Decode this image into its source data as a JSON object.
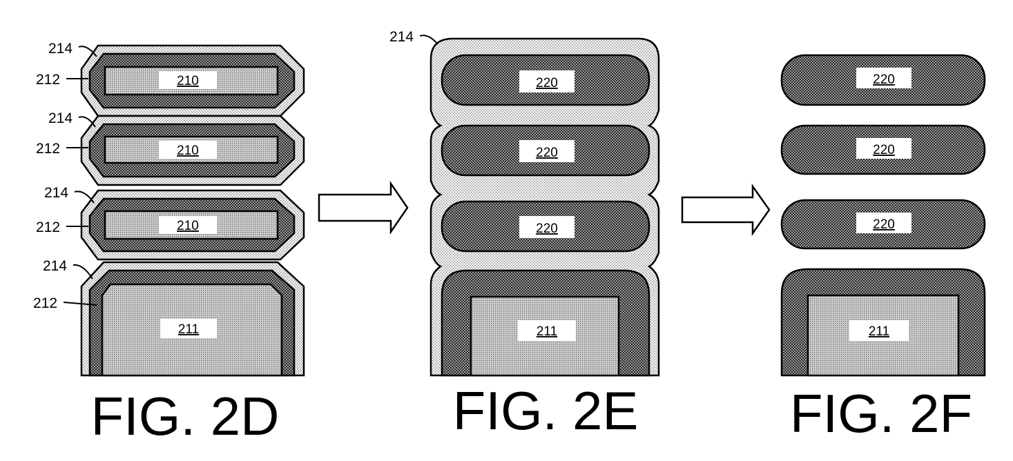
{
  "figures": {
    "d": {
      "caption": "FIG. 2D",
      "outer_labels": [
        "214",
        "214",
        "214",
        "214"
      ],
      "middle_labels": [
        "212",
        "212",
        "212",
        "212"
      ],
      "core_labels": [
        "210",
        "210",
        "210",
        "211"
      ]
    },
    "e": {
      "caption": "FIG. 2E",
      "outer_label": "214",
      "core_labels": [
        "220",
        "220",
        "220",
        "211"
      ]
    },
    "f": {
      "caption": "FIG. 2F",
      "core_labels": [
        "220",
        "220",
        "220",
        "211"
      ]
    }
  }
}
